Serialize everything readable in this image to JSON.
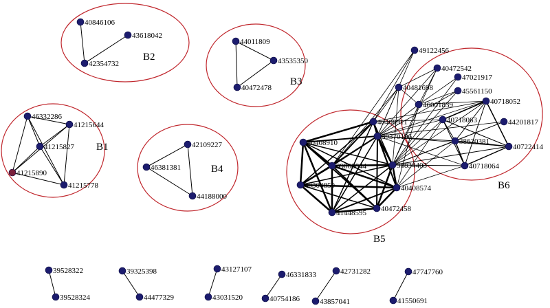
{
  "colors": {
    "node": "#1c1c6e",
    "node_accent": "#7a1f3a",
    "ring": "#c0272d",
    "edge": "#000000"
  },
  "clusters": [
    {
      "id": "B1",
      "label": "B1"
    },
    {
      "id": "B2",
      "label": "B2"
    },
    {
      "id": "B3",
      "label": "B3"
    },
    {
      "id": "B4",
      "label": "B4"
    },
    {
      "id": "B5",
      "label": "B5"
    },
    {
      "id": "B6",
      "label": "B6"
    }
  ],
  "nodes": [
    {
      "id": "40846106",
      "label": "40846106"
    },
    {
      "id": "43618042",
      "label": "43618042"
    },
    {
      "id": "42354732",
      "label": "42354732"
    },
    {
      "id": "44011809",
      "label": "44011809"
    },
    {
      "id": "43535350",
      "label": "43535350"
    },
    {
      "id": "40472478",
      "label": "40472478"
    },
    {
      "id": "46332286",
      "label": "46332286"
    },
    {
      "id": "41215644",
      "label": "41215644"
    },
    {
      "id": "41215827",
      "label": "41215827"
    },
    {
      "id": "41215890",
      "label": "41215890",
      "accent": true
    },
    {
      "id": "41215778",
      "label": "41215778"
    },
    {
      "id": "42109227",
      "label": "42109227"
    },
    {
      "id": "46381381",
      "label": "46381381"
    },
    {
      "id": "44188000",
      "label": "44188000"
    },
    {
      "id": "40408911",
      "label": "40408911"
    },
    {
      "id": "40408910",
      "label": "40408910"
    },
    {
      "id": "39370196",
      "label": "39370196"
    },
    {
      "id": "39808644",
      "label": "39808644"
    },
    {
      "id": "38834405",
      "label": "38834405"
    },
    {
      "id": "40304850",
      "label": "40304850"
    },
    {
      "id": "40408574",
      "label": "40408574"
    },
    {
      "id": "41448595",
      "label": "41448595"
    },
    {
      "id": "40472458",
      "label": "40472458"
    },
    {
      "id": "49122456",
      "label": "49122456"
    },
    {
      "id": "40472542",
      "label": "40472542"
    },
    {
      "id": "40481698",
      "label": "40481698"
    },
    {
      "id": "47021917",
      "label": "47021917"
    },
    {
      "id": "45561150",
      "label": "45561150"
    },
    {
      "id": "46001839",
      "label": "46001839"
    },
    {
      "id": "40718052",
      "label": "40718052"
    },
    {
      "id": "40718063",
      "label": "40718063"
    },
    {
      "id": "44201817",
      "label": "44201817"
    },
    {
      "id": "38620381",
      "label": "38620381"
    },
    {
      "id": "40722414",
      "label": "40722414"
    },
    {
      "id": "40718064",
      "label": "40718064"
    },
    {
      "id": "39528322",
      "label": "39528322"
    },
    {
      "id": "39528324",
      "label": "39528324"
    },
    {
      "id": "39325398",
      "label": "39325398"
    },
    {
      "id": "44477329",
      "label": "44477329"
    },
    {
      "id": "43127107",
      "label": "43127107"
    },
    {
      "id": "43031520",
      "label": "43031520"
    },
    {
      "id": "46331833",
      "label": "46331833"
    },
    {
      "id": "40754186",
      "label": "40754186"
    },
    {
      "id": "42731282",
      "label": "42731282"
    },
    {
      "id": "43857041",
      "label": "43857041"
    },
    {
      "id": "47747760",
      "label": "47747760"
    },
    {
      "id": "41550691",
      "label": "41550691"
    }
  ],
  "edges": [
    {
      "a": "40846106",
      "b": "42354732"
    },
    {
      "a": "43618042",
      "b": "42354732"
    },
    {
      "a": "44011809",
      "b": "40472478"
    },
    {
      "a": "43535350",
      "b": "40472478"
    },
    {
      "a": "44011809",
      "b": "43535350"
    },
    {
      "a": "46332286",
      "b": "41215644"
    },
    {
      "a": "46332286",
      "b": "41215827"
    },
    {
      "a": "46332286",
      "b": "41215890"
    },
    {
      "a": "46332286",
      "b": "41215778"
    },
    {
      "a": "41215644",
      "b": "41215827"
    },
    {
      "a": "41215644",
      "b": "41215890"
    },
    {
      "a": "41215644",
      "b": "41215778"
    },
    {
      "a": "41215827",
      "b": "41215890"
    },
    {
      "a": "41215827",
      "b": "41215778"
    },
    {
      "a": "41215890",
      "b": "41215778"
    },
    {
      "a": "42109227",
      "b": "46381381"
    },
    {
      "a": "42109227",
      "b": "44188000"
    },
    {
      "a": "46381381",
      "b": "44188000"
    },
    {
      "a": "40408911",
      "b": "40408910",
      "w": 2.5
    },
    {
      "a": "40408911",
      "b": "39370196",
      "w": 2
    },
    {
      "a": "40408911",
      "b": "39808644",
      "w": 2
    },
    {
      "a": "40408911",
      "b": "38834405",
      "w": 1.5
    },
    {
      "a": "40408911",
      "b": "40304850",
      "w": 1.5
    },
    {
      "a": "40408911",
      "b": "40408574",
      "w": 1
    },
    {
      "a": "40408911",
      "b": "41448595",
      "w": 1.5
    },
    {
      "a": "40408910",
      "b": "39370196",
      "w": 2
    },
    {
      "a": "40408910",
      "b": "39808644",
      "w": 2.5
    },
    {
      "a": "40408910",
      "b": "38834405",
      "w": 1.5
    },
    {
      "a": "40408910",
      "b": "40304850",
      "w": 2.5
    },
    {
      "a": "40408910",
      "b": "41448595",
      "w": 2.5
    },
    {
      "a": "40408910",
      "b": "40472458",
      "w": 2
    },
    {
      "a": "40408910",
      "b": "40408574",
      "w": 1.5
    },
    {
      "a": "39370196",
      "b": "39808644",
      "w": 2
    },
    {
      "a": "39370196",
      "b": "38834405",
      "w": 2.5
    },
    {
      "a": "39370196",
      "b": "40304850",
      "w": 1.5
    },
    {
      "a": "39370196",
      "b": "40408574",
      "w": 2
    },
    {
      "a": "39370196",
      "b": "41448595",
      "w": 1.5
    },
    {
      "a": "39370196",
      "b": "40472458",
      "w": 2
    },
    {
      "a": "39808644",
      "b": "38834405",
      "w": 2.5
    },
    {
      "a": "39808644",
      "b": "40304850",
      "w": 2.5
    },
    {
      "a": "39808644",
      "b": "40408574",
      "w": 2.5
    },
    {
      "a": "39808644",
      "b": "41448595",
      "w": 2.5
    },
    {
      "a": "39808644",
      "b": "40472458",
      "w": 2
    },
    {
      "a": "38834405",
      "b": "40304850",
      "w": 1.5
    },
    {
      "a": "38834405",
      "b": "40408574",
      "w": 2.5
    },
    {
      "a": "38834405",
      "b": "41448595",
      "w": 1.5
    },
    {
      "a": "38834405",
      "b": "40472458",
      "w": 2.5
    },
    {
      "a": "40304850",
      "b": "40408574",
      "w": 2.5
    },
    {
      "a": "40304850",
      "b": "41448595",
      "w": 2.5
    },
    {
      "a": "40304850",
      "b": "40472458",
      "w": 1.5
    },
    {
      "a": "40408574",
      "b": "41448595",
      "w": 2
    },
    {
      "a": "40408574",
      "b": "40472458",
      "w": 2.5
    },
    {
      "a": "41448595",
      "b": "40472458",
      "w": 2.5
    },
    {
      "a": "49122456",
      "b": "39370196",
      "w": 0.8
    },
    {
      "a": "49122456",
      "b": "40408911",
      "w": 0.8
    },
    {
      "a": "40472542",
      "b": "40481698",
      "w": 0.8
    },
    {
      "a": "40472542",
      "b": "46001839",
      "w": 0.8
    },
    {
      "a": "40472542",
      "b": "39370196",
      "w": 0.8
    },
    {
      "a": "40472542",
      "b": "38834405",
      "w": 0.8
    },
    {
      "a": "40481698",
      "b": "46001839",
      "w": 0.8
    },
    {
      "a": "40481698",
      "b": "39370196",
      "w": 0.8
    },
    {
      "a": "40481698",
      "b": "38834405",
      "w": 0.8
    },
    {
      "a": "40481698",
      "b": "40408911",
      "w": 0.8
    },
    {
      "a": "47021917",
      "b": "46001839",
      "w": 0.8
    },
    {
      "a": "47021917",
      "b": "38834405",
      "w": 0.8
    },
    {
      "a": "45561150",
      "b": "46001839",
      "w": 0.8
    },
    {
      "a": "45561150",
      "b": "39370196",
      "w": 0.8
    },
    {
      "a": "46001839",
      "b": "40718052",
      "w": 0.8
    },
    {
      "a": "46001839",
      "b": "38834405",
      "w": 0.8
    },
    {
      "a": "46001839",
      "b": "39370196",
      "w": 0.8
    },
    {
      "a": "40718052",
      "b": "40718063",
      "w": 1.5
    },
    {
      "a": "40718052",
      "b": "38620381",
      "w": 1
    },
    {
      "a": "40718052",
      "b": "40722414",
      "w": 1.5
    },
    {
      "a": "40718052",
      "b": "40718064",
      "w": 1
    },
    {
      "a": "40718052",
      "b": "39370196",
      "w": 0.8
    },
    {
      "a": "40718052",
      "b": "38834405",
      "w": 0.8
    },
    {
      "a": "40718063",
      "b": "38620381",
      "w": 1
    },
    {
      "a": "40718063",
      "b": "40722414",
      "w": 1
    },
    {
      "a": "40718063",
      "b": "40718064",
      "w": 1
    },
    {
      "a": "40718063",
      "b": "38834405",
      "w": 0.8
    },
    {
      "a": "40718063",
      "b": "39370196",
      "w": 0.8
    },
    {
      "a": "40718063",
      "b": "40408911",
      "w": 0.8
    },
    {
      "a": "44201817",
      "b": "38620381",
      "w": 0.8
    },
    {
      "a": "44201817",
      "b": "38834405",
      "w": 0.8
    },
    {
      "a": "44201817",
      "b": "39370196",
      "w": 0.8
    },
    {
      "a": "38620381",
      "b": "40722414",
      "w": 1.5
    },
    {
      "a": "38620381",
      "b": "40718064",
      "w": 1.5
    },
    {
      "a": "38620381",
      "b": "38834405",
      "w": 1
    },
    {
      "a": "38620381",
      "b": "39370196",
      "w": 1
    },
    {
      "a": "40722414",
      "b": "40718064",
      "w": 1.5
    },
    {
      "a": "40722414",
      "b": "38834405",
      "w": 1
    },
    {
      "a": "40722414",
      "b": "39370196",
      "w": 0.8
    },
    {
      "a": "40718064",
      "b": "38834405",
      "w": 1
    },
    {
      "a": "40718064",
      "b": "39370196",
      "w": 0.8
    },
    {
      "a": "40718064",
      "b": "40408574",
      "w": 0.8
    },
    {
      "a": "38620381",
      "b": "40408574",
      "w": 0.8
    },
    {
      "a": "40718063",
      "b": "40408574",
      "w": 0.8
    },
    {
      "a": "46001839",
      "b": "40408574",
      "w": 0.8
    },
    {
      "a": "40481698",
      "b": "39808644",
      "w": 0.8
    },
    {
      "a": "49122456",
      "b": "39808644",
      "w": 0.8
    },
    {
      "a": "45561150",
      "b": "38834405",
      "w": 0.8
    },
    {
      "a": "40718052",
      "b": "40408911",
      "w": 0.8
    },
    {
      "a": "39528322",
      "b": "39528324"
    },
    {
      "a": "39325398",
      "b": "44477329"
    },
    {
      "a": "43127107",
      "b": "43031520"
    },
    {
      "a": "46331833",
      "b": "40754186"
    },
    {
      "a": "42731282",
      "b": "43857041"
    },
    {
      "a": "47747760",
      "b": "41550691"
    }
  ]
}
